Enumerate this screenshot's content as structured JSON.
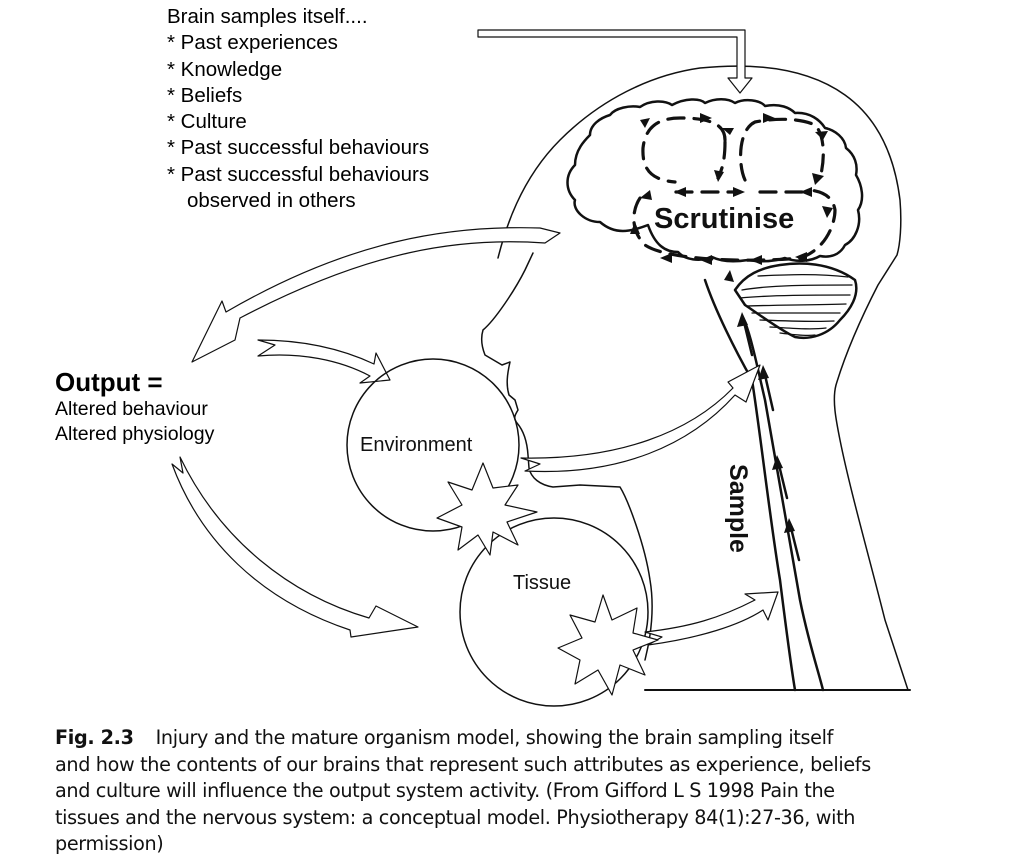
{
  "diagram": {
    "brain_samples": {
      "heading": "Brain samples itself....",
      "items": [
        "* Past experiences",
        "* Knowledge",
        "* Beliefs",
        "* Culture",
        "* Past successful behaviours",
        "* Past successful behaviours",
        "observed in others"
      ]
    },
    "scrutinise_label": "Scrutinise",
    "sample_label": "Sample",
    "output": {
      "title": "Output =",
      "lines": [
        "Altered behaviour",
        "Altered physiology"
      ]
    },
    "environment_label": "Environment",
    "tissue_label": "Tissue"
  },
  "caption": {
    "figure_number": "Fig. 2.3",
    "lines": [
      "Injury and the mature organism model, showing the brain sampling itself",
      "and how the contents of our brains that represent such attributes as experience, beliefs",
      "and culture will influence the output system activity. (From Gifford L S 1998 Pain the",
      "tissues and the nervous system: a conceptual model. Physiotherapy 84(1):27-36, with",
      "permission)"
    ]
  }
}
